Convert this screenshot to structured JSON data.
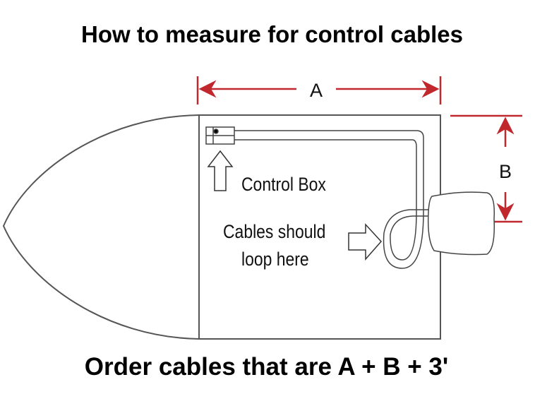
{
  "title": "How to measure for control cables",
  "footer": "Order cables that are A + B + 3'",
  "labels": {
    "dimension_a": "A",
    "dimension_b": "B",
    "control_box": "Control Box",
    "loop_line1": "Cables should",
    "loop_line2": "loop here"
  },
  "colors": {
    "dimension": "#c0282d",
    "outline": "#444444",
    "text": "#000000"
  }
}
